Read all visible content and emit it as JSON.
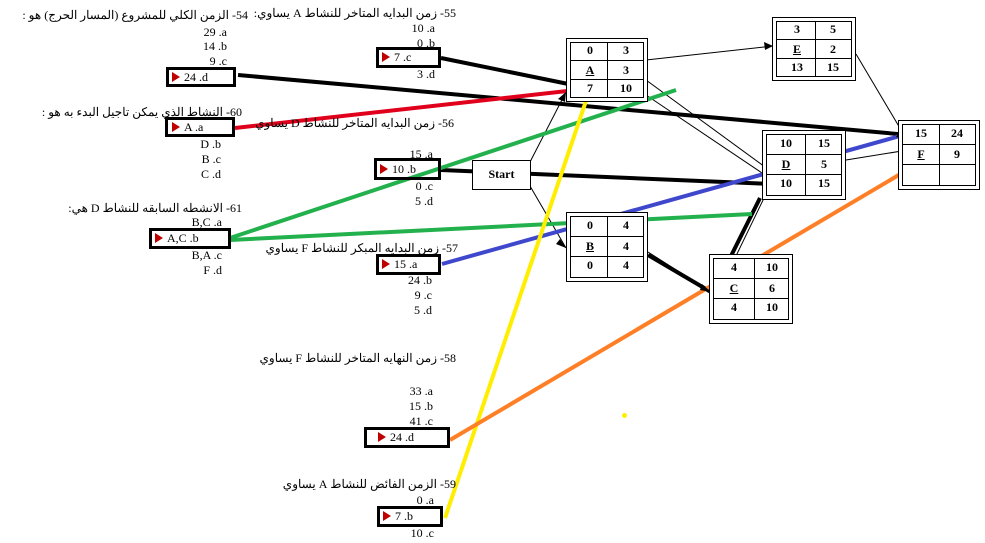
{
  "questions": [
    {
      "id": "q54",
      "text": "54- الزمن الكلي للمشروع (المسار الحرج) هو :",
      "options": [
        "29  .a",
        "14  .b",
        "9  .c",
        "24  .d"
      ],
      "answer": "24  .d"
    },
    {
      "id": "q55",
      "text": "55- زمن البدايه المتاخر للنشاط A يساوي:",
      "options": [
        "10  .a",
        "0  .b",
        "7  .c",
        "3  .d"
      ],
      "answer": "7  .c"
    },
    {
      "id": "q60",
      "text": "60- النشاط الذي يمكن تاجيل البدء به هو :",
      "options": [
        "A  .a",
        "D  .b",
        "B  .c",
        "C  .d"
      ],
      "answer": "A  .a"
    },
    {
      "id": "q56",
      "text": "56- زمن البدايه المتاخر للنشاط D يساوي",
      "options": [
        "15  .a",
        "10  .b",
        "0  .c",
        "5  .d"
      ],
      "answer": "10  .b"
    },
    {
      "id": "q61",
      "text": "61- الانشطه السابقه للنشاط D هي:",
      "options": [
        "B,C  .a",
        "A,C  .b",
        "B,A  .c",
        "F  .d"
      ],
      "answer": "A,C  .b"
    },
    {
      "id": "q57",
      "text": "57- زمن البدايه المبكر للنشاط F يساوي",
      "options": [
        "15  .a",
        "24  .b",
        "9  .c",
        "5  .d"
      ],
      "answer": "15  .a"
    },
    {
      "id": "q58",
      "text": "58- زمن النهايه المتاخر للنشاط F يساوي",
      "options": [
        "33  .a",
        "15  .b",
        "41  .c",
        "24  .d"
      ],
      "answer": "24  .d"
    },
    {
      "id": "q59",
      "text": "59- الزمن الفائض للنشاط A يساوي",
      "options": [
        "0  .a",
        "7  .b",
        "10  .c"
      ],
      "answer": "7  .b"
    }
  ],
  "nodes": {
    "start": {
      "label": "Start"
    },
    "A": {
      "name": "A",
      "cells": [
        "0",
        "3",
        "3",
        "7",
        "10"
      ]
    },
    "B": {
      "name": "B",
      "cells": [
        "0",
        "4",
        "4",
        "0",
        "4"
      ]
    },
    "C": {
      "name": "C",
      "cells": [
        "4",
        "10",
        "6",
        "4",
        "10"
      ]
    },
    "D": {
      "name": "D",
      "cells": [
        "10",
        "15",
        "5",
        "10",
        "15"
      ]
    },
    "E": {
      "name": "E",
      "cells": [
        "3",
        "5",
        "2",
        "13",
        "15"
      ]
    },
    "F": {
      "name": "F",
      "cells": [
        "15",
        "24",
        "9"
      ]
    }
  },
  "colors": {
    "arrow_mark": "#c00000",
    "black": "#000000",
    "red": "#e0001b",
    "green": "#22b14c",
    "blue": "#3f48cc",
    "yellow": "#ffee00",
    "orange": "#ff7f27"
  }
}
